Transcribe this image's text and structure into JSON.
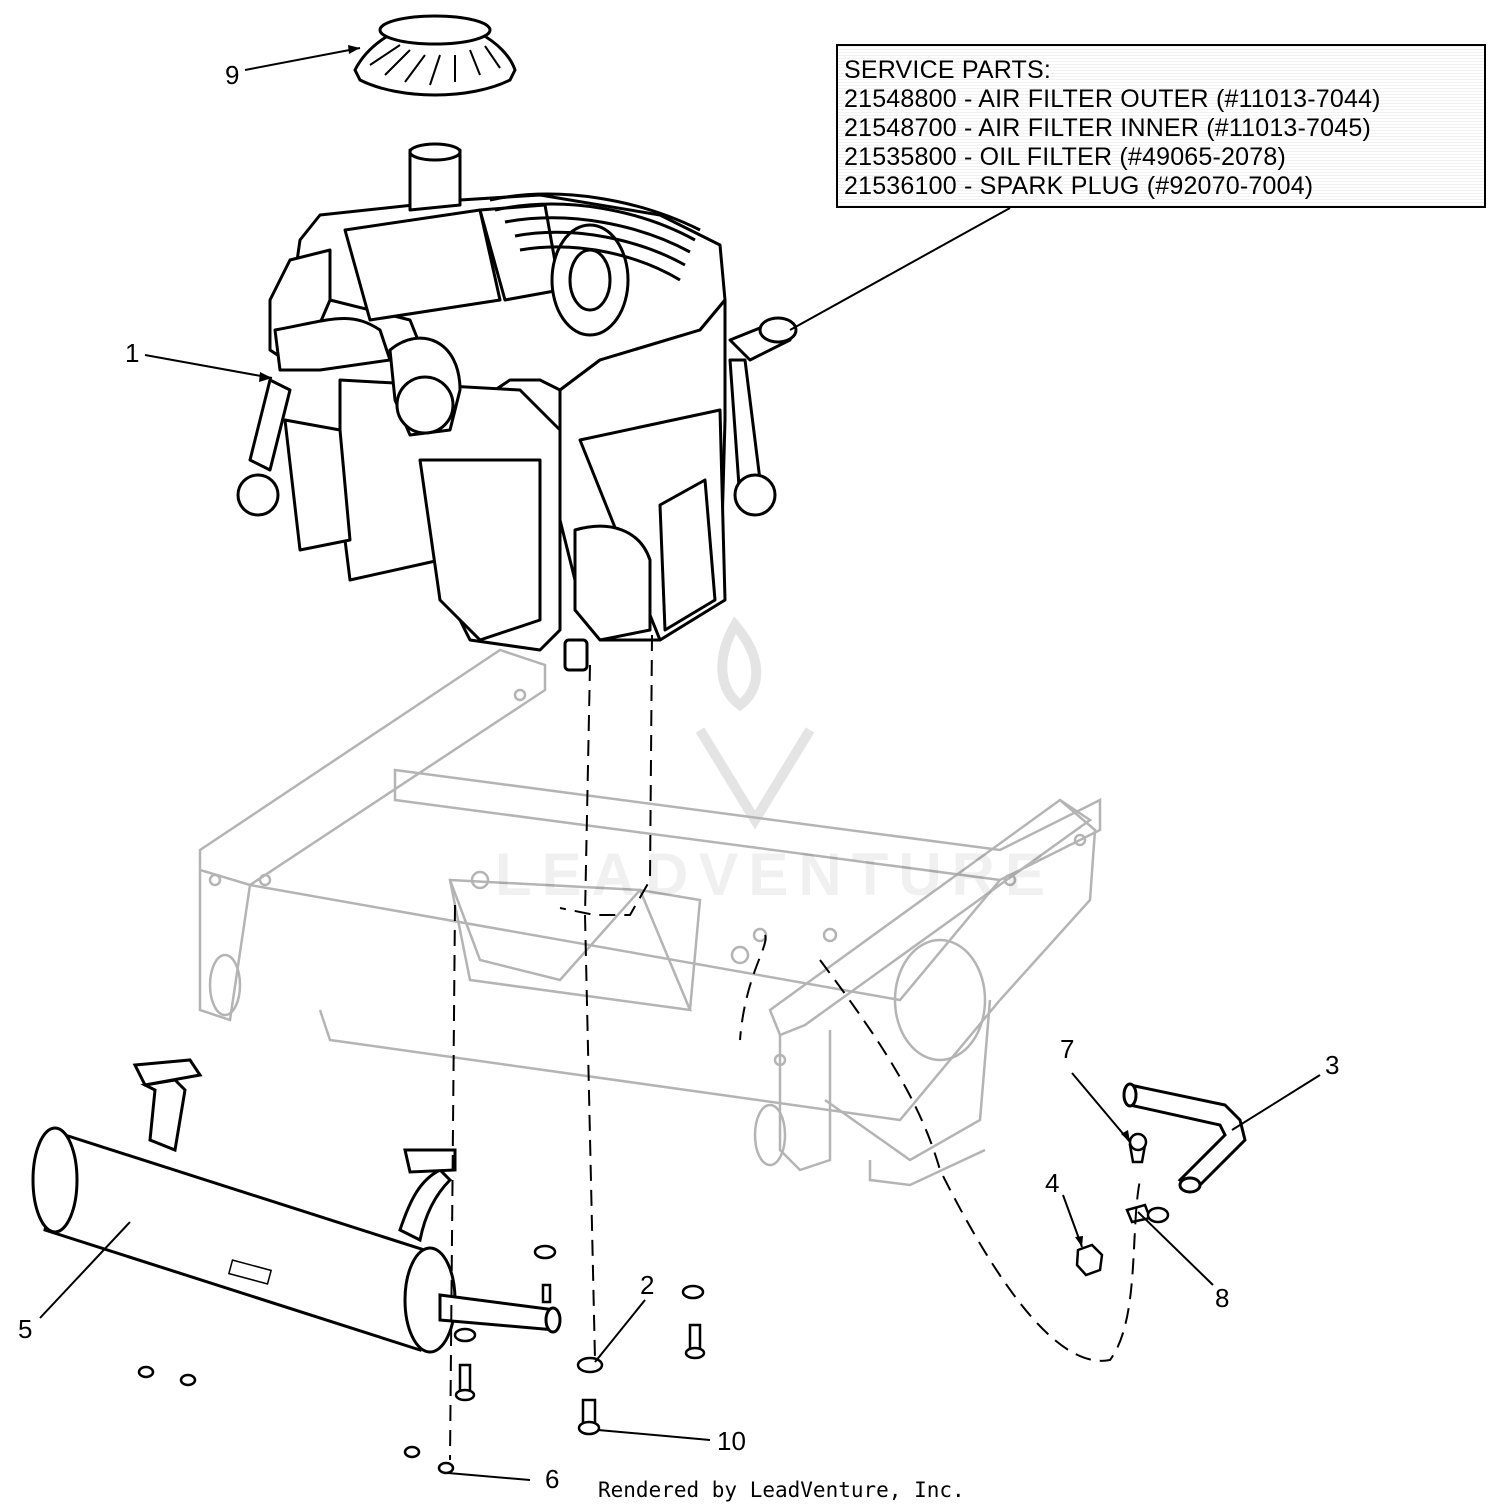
{
  "service_parts": {
    "title": "SERVICE PARTS:",
    "items": [
      "21548800 - AIR FILTER OUTER (#11013-7044)",
      "21548700 - AIR FILTER INNER (#11013-7045)",
      "21535800 - OIL FILTER (#49065-2078)",
      "21536100 - SPARK PLUG (#92070-7004)"
    ]
  },
  "callouts": [
    "1",
    "2",
    "3",
    "4",
    "5",
    "6",
    "7",
    "8",
    "9",
    "10"
  ],
  "watermark": "LEADVENTURE",
  "footer": "Rendered by LeadVenture, Inc."
}
